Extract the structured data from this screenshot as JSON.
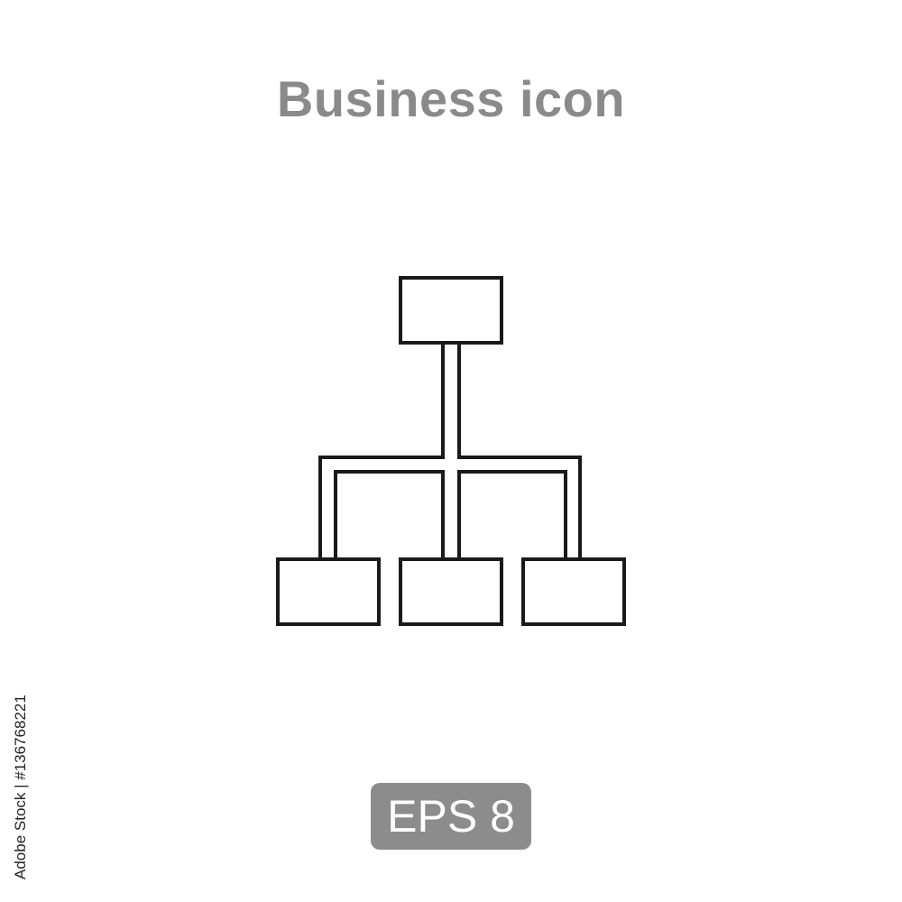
{
  "title": "Business icon",
  "badge_label": "EPS 8",
  "side_caption": "Adobe Stock | #136768221",
  "icon": "org-chart-icon",
  "colors": {
    "title": "#8a8a8a",
    "badge_background": "#8c8c8c",
    "badge_text": "#ffffff",
    "icon_stroke": "#1a1a1a",
    "background": "#ffffff"
  }
}
